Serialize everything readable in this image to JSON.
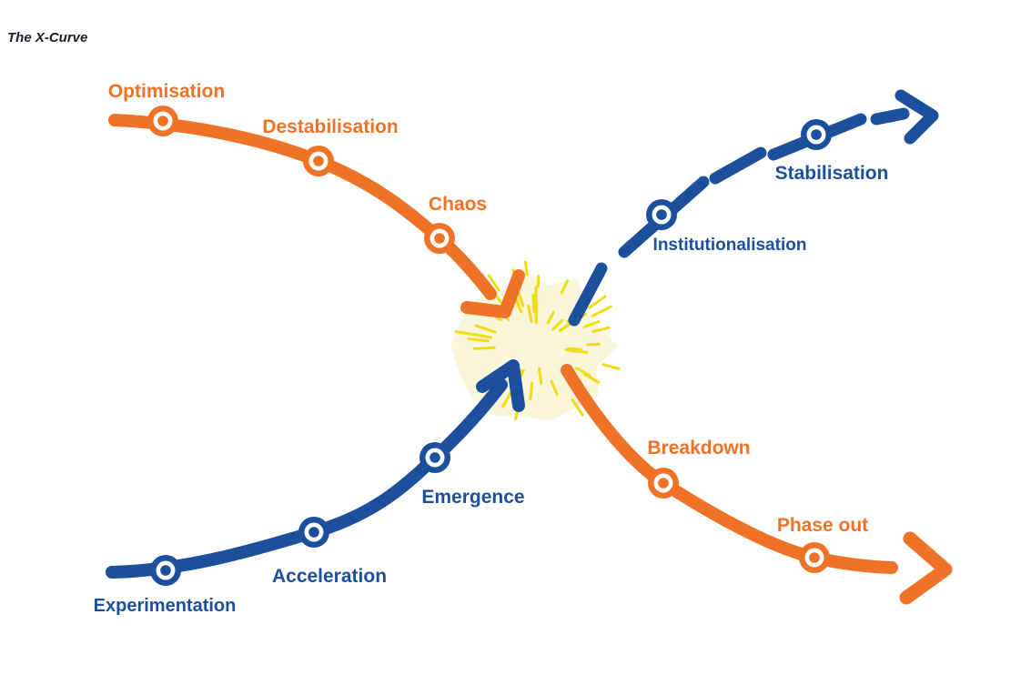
{
  "title": "The X-Curve",
  "colors": {
    "orange": "#EF7226",
    "blue": "#1C4F9C",
    "burst_fill": "#F9F6DA",
    "burst_ray": "#F2DC12",
    "title_text": "#20202A",
    "background": "#FFFFFF"
  },
  "curves": {
    "decline": {
      "description": "orange curve descending from top-left to bottom-right",
      "color": "#EF7226",
      "line_style": "solid",
      "stages": [
        {
          "label": "Optimisation"
        },
        {
          "label": "Destabilisation"
        },
        {
          "label": "Chaos"
        },
        {
          "label": "Breakdown"
        },
        {
          "label": "Phase out"
        }
      ]
    },
    "buildup": {
      "description": "blue curve ascending from bottom-left to top-right, dashed after the crossing",
      "color": "#1C4F9C",
      "line_style": "solid-then-dashed",
      "stages": [
        {
          "label": "Experimentation"
        },
        {
          "label": "Acceleration"
        },
        {
          "label": "Emergence"
        },
        {
          "label": "Institutionalisation"
        },
        {
          "label": "Stabilisation"
        }
      ]
    }
  }
}
